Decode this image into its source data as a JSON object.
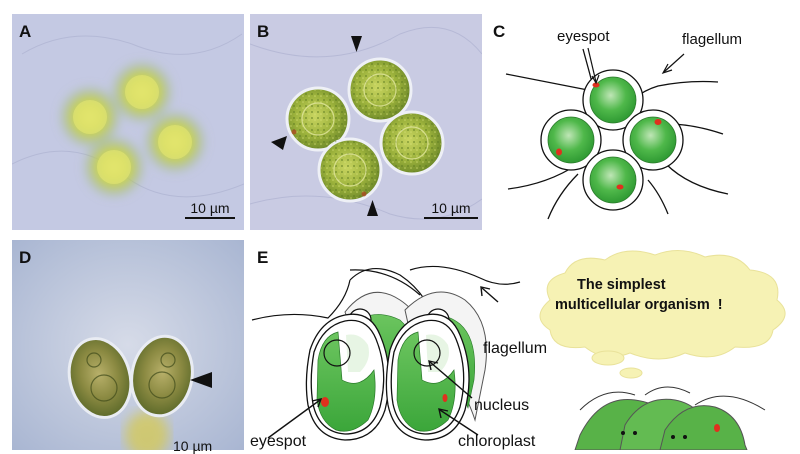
{
  "panels": {
    "a": {
      "label": "A",
      "scale": "10 µm"
    },
    "b": {
      "label": "B",
      "scale": "10 µm"
    },
    "c": {
      "label": "C",
      "eyespot": "eyespot",
      "flagellum": "flagellum"
    },
    "d": {
      "label": "D",
      "scale": "10 µm"
    },
    "e": {
      "label": "E",
      "flagellum": "flagellum",
      "nucleus": "nucleus",
      "chloroplast": "chloroplast",
      "eyespot": "eyespot"
    }
  },
  "cloud": {
    "line1": "The simplest",
    "line2": "multicellular organism  !"
  },
  "colors": {
    "cell_green": "#3fae3f",
    "eyespot_red": "#e0301e",
    "micro_bg": "#c9cde6",
    "cloud_yellow": "#f6f2b4"
  }
}
